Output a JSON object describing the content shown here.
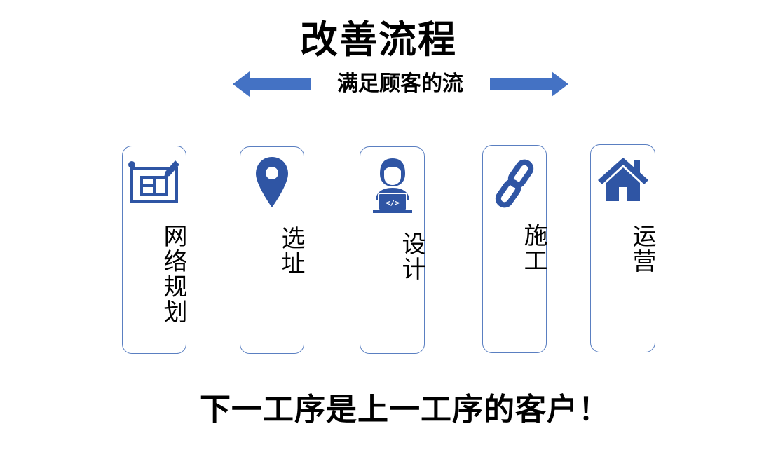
{
  "title": "改善流程",
  "subtitle": "满足顾客的流",
  "colors": {
    "accent": "#4472c4",
    "icon": "#2f55a4",
    "card_border": "#5a7fc1"
  },
  "steps": [
    {
      "label": "网络规划",
      "icon": "blueprint-icon"
    },
    {
      "label": "选址",
      "icon": "location-pin-icon"
    },
    {
      "label": "设计",
      "icon": "designer-laptop-icon"
    },
    {
      "label": "施工",
      "icon": "chain-link-icon"
    },
    {
      "label": "运营",
      "icon": "house-icon"
    }
  ],
  "footer": "下一工序是上一工序的客户！"
}
